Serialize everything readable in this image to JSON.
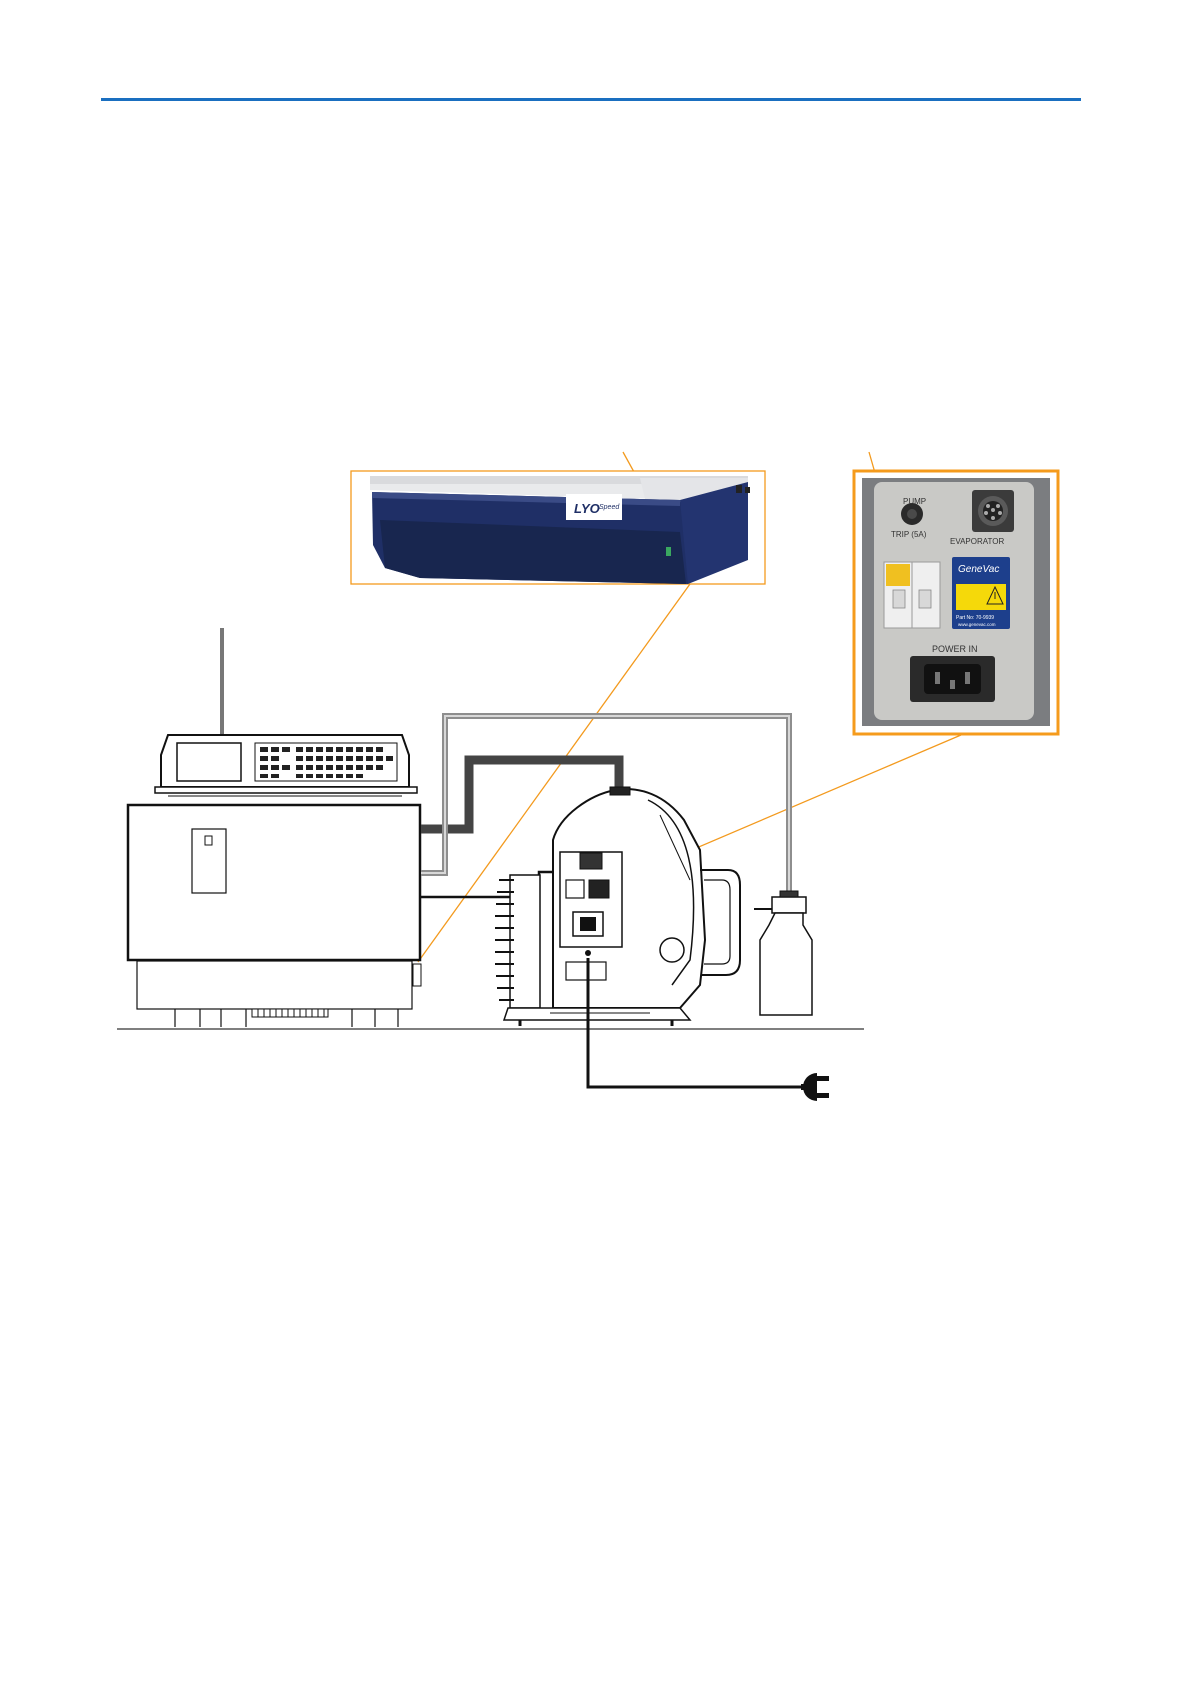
{
  "colors": {
    "header_rule": "#1a6fc0",
    "callout_orange": "#f39a1e",
    "callout_orange_thick": "#f59b1c",
    "lyo_blue": "#1f2f66",
    "panel_grey": "#c9c9c6",
    "warning_yellow": "#f5d90a",
    "genevac_blue": "#1d3f8c"
  },
  "photo_lyospeed": {
    "logo_text": "LYO",
    "logo_suffix": "Speed"
  },
  "photo_pump_panel": {
    "pump_label": "PUMP",
    "trip_label": "TRIP (5A)",
    "evaporator_label": "EVAPORATOR",
    "brand_text": "GeneVac",
    "part_label": "Part No:  70-9939",
    "website": "www.genevac.com",
    "power_in_label": "POWER IN"
  },
  "icons": {
    "plug": "power-plug-icon"
  }
}
